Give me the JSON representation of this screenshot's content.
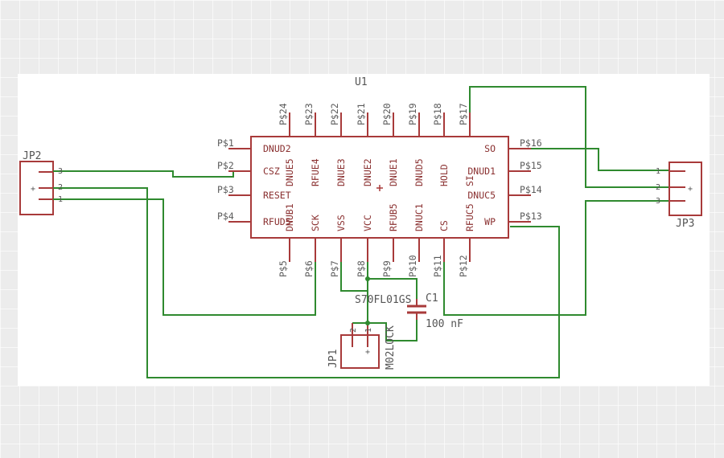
{
  "u1": {
    "ref": "U1",
    "left_pins": [
      {
        "pin": "P$1",
        "name": "DNUD2"
      },
      {
        "pin": "P$2",
        "name": "CSZ"
      },
      {
        "pin": "P$3",
        "name": "RESET"
      },
      {
        "pin": "P$4",
        "name": "RFUD5"
      }
    ],
    "right_pins": [
      {
        "pin": "P$16",
        "name": "SO"
      },
      {
        "pin": "P$15",
        "name": "DNUD1"
      },
      {
        "pin": "P$14",
        "name": "DNUC5"
      },
      {
        "pin": "P$13",
        "name": "WP"
      }
    ],
    "top_pins": [
      {
        "pin": "P$24",
        "name": "DNUE5"
      },
      {
        "pin": "P$23",
        "name": "RFUE4"
      },
      {
        "pin": "P$22",
        "name": "DNUE3"
      },
      {
        "pin": "P$21",
        "name": "DNUE2"
      },
      {
        "pin": "P$20",
        "name": "DNUE1"
      },
      {
        "pin": "P$19",
        "name": "DNUD5"
      },
      {
        "pin": "P$18",
        "name": "HOLD"
      },
      {
        "pin": "P$17",
        "name": "SI"
      }
    ],
    "bottom_pins": [
      {
        "pin": "P$5",
        "name": "DNUB1"
      },
      {
        "pin": "P$6",
        "name": "SCK"
      },
      {
        "pin": "P$7",
        "name": "VSS"
      },
      {
        "pin": "P$8",
        "name": "VCC"
      },
      {
        "pin": "P$9",
        "name": "RFUB5"
      },
      {
        "pin": "P$10",
        "name": "DNUC1"
      },
      {
        "pin": "P$11",
        "name": "CS"
      },
      {
        "pin": "P$12",
        "name": "RFUC5"
      }
    ]
  },
  "u1_value": "S70FL01GS",
  "jp2": {
    "ref": "JP2",
    "pins": [
      "3",
      "2",
      "1"
    ],
    "mark": "+"
  },
  "jp3": {
    "ref": "JP3",
    "pins": [
      "1",
      "2",
      "3"
    ],
    "mark": "+"
  },
  "jp1": {
    "ref": "JP1",
    "value": "M02LOCK",
    "pins": [
      "2",
      "1"
    ],
    "mark": "+"
  },
  "c1": {
    "ref": "C1",
    "value": "100 nF"
  }
}
